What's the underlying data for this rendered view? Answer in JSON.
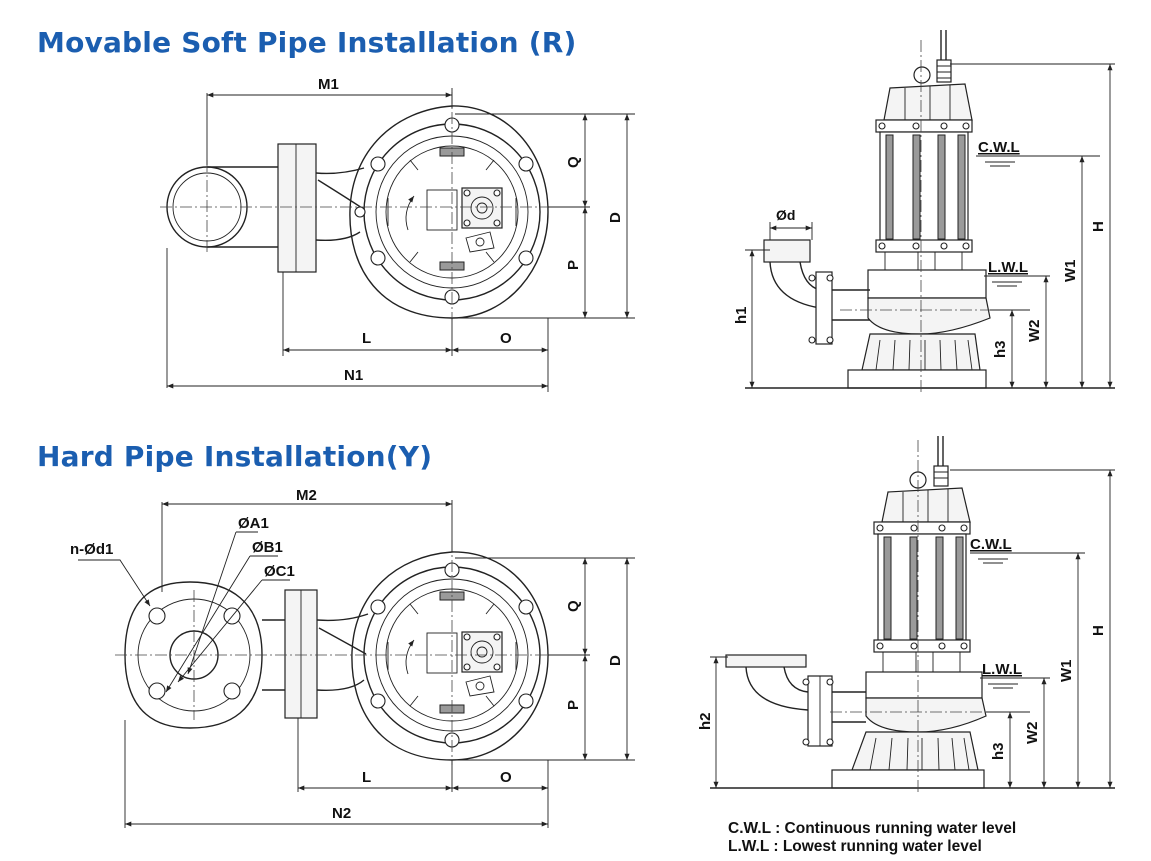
{
  "headings": {
    "soft": "Movable Soft Pipe Installation (R)",
    "hard": "Hard Pipe Installation(Y)"
  },
  "soft_plan": {
    "M1": "M1",
    "Q": "Q",
    "D": "D",
    "P": "P",
    "L": "L",
    "O": "O",
    "N1": "N1"
  },
  "soft_side": {
    "phi_d": "Ød",
    "CWL": "C.W.L",
    "LWL": "L.W.L",
    "H": "H",
    "W1": "W1",
    "W2": "W2",
    "h1": "h1",
    "h3": "h3"
  },
  "hard_plan": {
    "M2": "M2",
    "phiA1": "ØA1",
    "phiB1": "ØB1",
    "phiC1": "ØC1",
    "n_d1": "n-Ød1",
    "Q": "Q",
    "D": "D",
    "P": "P",
    "L": "L",
    "O": "O",
    "N2": "N2"
  },
  "hard_side": {
    "CWL": "C.W.L",
    "LWL": "L.W.L",
    "H": "H",
    "W1": "W1",
    "W2": "W2",
    "h2": "h2",
    "h3": "h3"
  },
  "legend": {
    "cwl": "C.W.L : Continuous running water level",
    "lwl": "L.W.L :  Lowest running water level"
  },
  "colors": {
    "heading": "#1b5eb0",
    "line": "#222222"
  }
}
